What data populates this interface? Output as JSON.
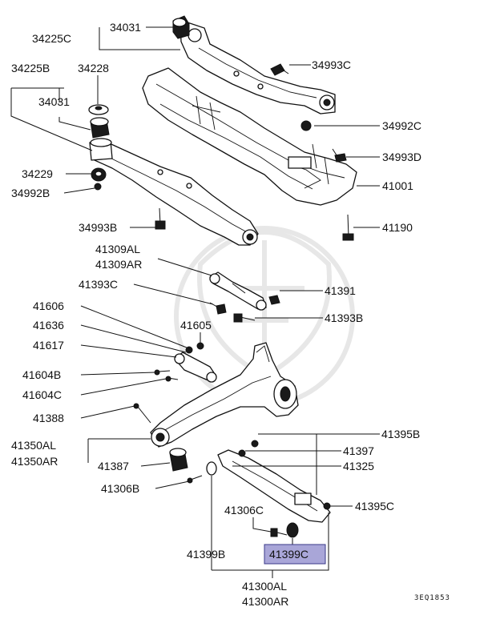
{
  "labels": {
    "p34031_top": "34031",
    "p34225C": "34225C",
    "p34993C": "34993C",
    "p34225B": "34225B",
    "p34228": "34228",
    "p34031_left": "34031",
    "p34992C": "34992C",
    "p34993D": "34993D",
    "p34229": "34229",
    "p34992B": "34992B",
    "p41001": "41001",
    "p34993B": "34993B",
    "p41190": "41190",
    "p41309AL": "41309AL",
    "p41309AR": "41309AR",
    "p41393C": "41393C",
    "p41391": "41391",
    "p41606": "41606",
    "p41393B": "41393B",
    "p41636": "41636",
    "p41605": "41605",
    "p41617": "41617",
    "p41604B": "41604B",
    "p41604C": "41604C",
    "p41388": "41388",
    "p41395B": "41395B",
    "p41350AL": "41350AL",
    "p41397": "41397",
    "p41350AR": "41350AR",
    "p41387": "41387",
    "p41325": "41325",
    "p41306B": "41306B",
    "p41395C": "41395C",
    "p41306C": "41306C",
    "p41399B": "41399B",
    "p41399C": "41399C",
    "p41300AL": "41300AL",
    "p41300AR": "41300AR"
  },
  "diagram_code": "3EQ1853",
  "highlight": {
    "part": "41399C",
    "fill": "#a9a6d8",
    "stroke": "#3a3a8a"
  }
}
